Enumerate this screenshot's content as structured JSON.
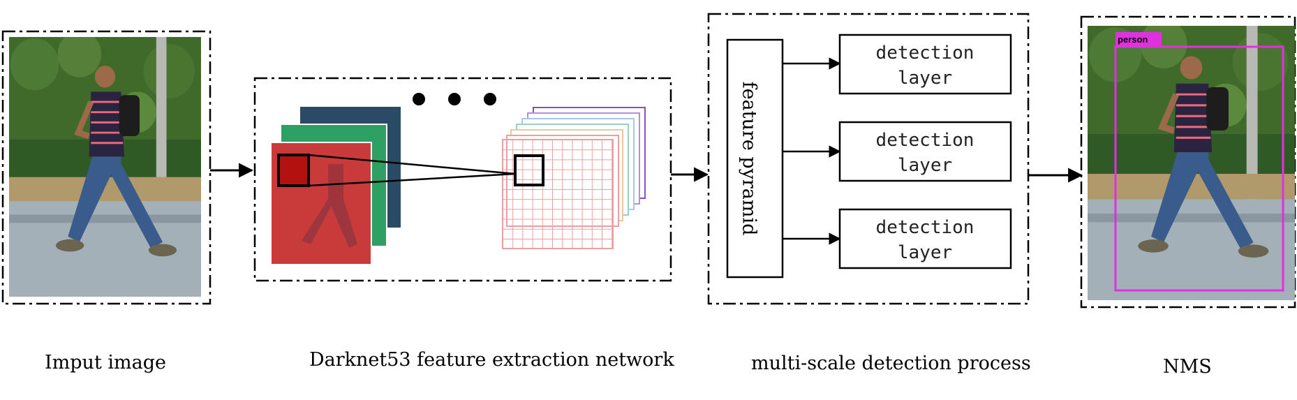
{
  "stages": {
    "input": {
      "caption": "Imput image"
    },
    "backbone": {
      "caption": "Darknet53 feature extraction network"
    },
    "detection": {
      "caption": "multi-scale detection process",
      "pyramid_label": "feature pyramid",
      "layers": [
        {
          "line1": "detection",
          "line2": "layer"
        },
        {
          "line1": "detection",
          "line2": "layer"
        },
        {
          "line1": "detection",
          "line2": "layer"
        }
      ]
    },
    "nms": {
      "caption": "NMS",
      "box_label": "person"
    }
  },
  "colors": {
    "feature_red": "#c93a3a",
    "feature_green": "#2fa063",
    "feature_navy": "#2b4a66",
    "grid_pink": "#e8a0a0",
    "grid_purple": "#8a4fc0",
    "nms_box": "#e030e0"
  },
  "icons": {
    "photo": "walking-person-photo",
    "dots": "ellipsis-icon",
    "arrow": "arrow-right-icon"
  }
}
